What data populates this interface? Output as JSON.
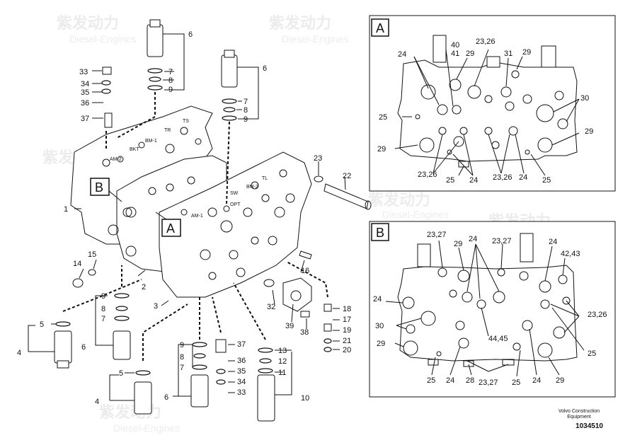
{
  "watermark": {
    "brand_cn": "紫发动力",
    "brand_en": "Diesel-Engines"
  },
  "main": {
    "labels": [
      "1",
      "2",
      "3",
      "4",
      "5",
      "6",
      "7",
      "8",
      "9",
      "6",
      "7",
      "8",
      "9",
      "10",
      "11",
      "12",
      "13",
      "14",
      "15",
      "16",
      "17",
      "18",
      "19",
      "20",
      "21",
      "22",
      "23",
      "32",
      "33",
      "34",
      "35",
      "36",
      "37",
      "38",
      "39",
      "4",
      "5",
      "6",
      "7",
      "8",
      "9",
      "6",
      "9",
      "8",
      "7",
      "37",
      "36",
      "35",
      "34",
      "33"
    ],
    "callouts": {
      "a": "A",
      "b": "B"
    },
    "body_text": [
      "AM-2",
      "BKT",
      "BM-1",
      "TR",
      "TS",
      "AM-1",
      "OPT",
      "SW",
      "BM-2",
      "TL"
    ]
  },
  "detail_a": {
    "title": "A",
    "labels": [
      "40",
      "41",
      "23,26",
      "24",
      "29",
      "31",
      "29",
      "25",
      "30",
      "29",
      "29",
      "23,26",
      "25",
      "24",
      "23,26",
      "24",
      "25"
    ]
  },
  "detail_b": {
    "title": "B",
    "labels": [
      "23,27",
      "29",
      "24",
      "23,27",
      "24",
      "42,43",
      "24",
      "30",
      "23,26",
      "29",
      "25",
      "44,45",
      "25",
      "24",
      "28",
      "23,27",
      "25",
      "24",
      "29"
    ]
  },
  "footer": {
    "caption": "Volvo Construction Equipment",
    "doc_number": "1034510"
  }
}
